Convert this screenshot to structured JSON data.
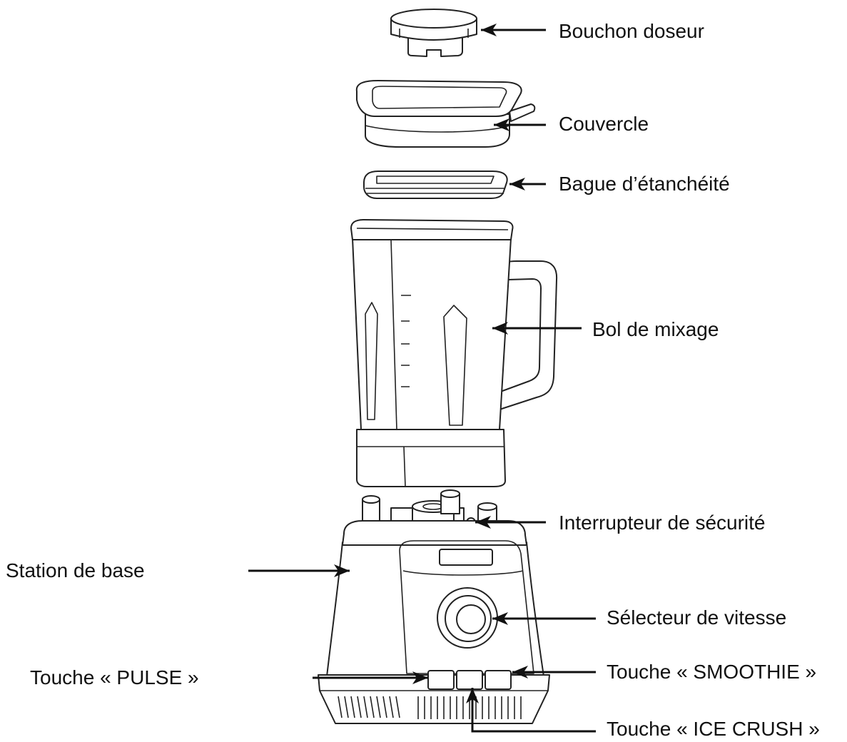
{
  "labels": {
    "measuring_cap": "Bouchon doseur",
    "lid": "Couvercle",
    "seal": "Bague d’étanchéité",
    "jar": "Bol de mixage",
    "safety_switch": "Interrupteur de sécurité",
    "base": "Station de base",
    "speed_selector": "Sélecteur de vitesse",
    "pulse": "Touche « PULSE »",
    "smoothie": "Touche « SMOOTHIE »",
    "ice_crush": "Touche « ICE CRUSH »"
  },
  "colors": {
    "line": "#222222",
    "arrow": "#111111",
    "background": "#ffffff"
  }
}
